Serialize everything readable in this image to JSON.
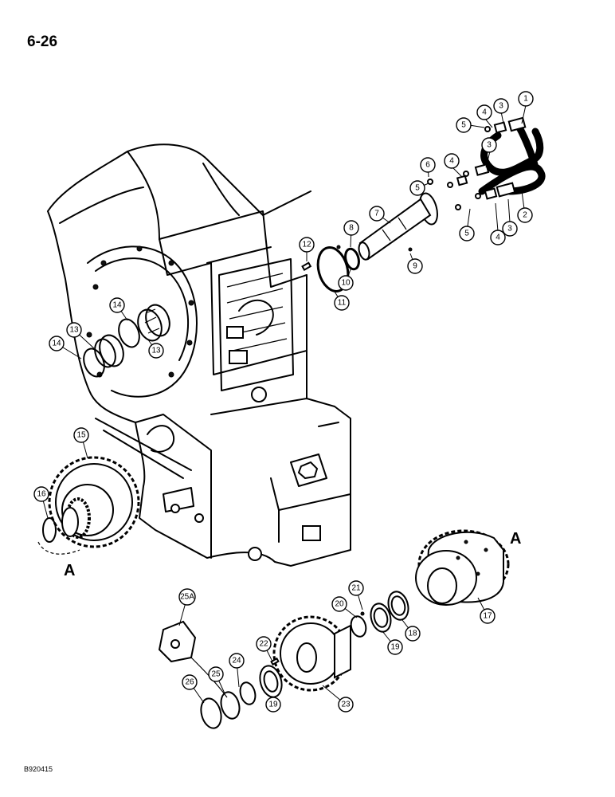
{
  "page": {
    "number": "6-26",
    "figure_id": "B920415"
  },
  "view_labels": {
    "A_left": "A",
    "A_right": "A"
  },
  "callouts": {
    "c1": "1",
    "c2": "2",
    "c3a": "3",
    "c3b": "3",
    "c3c": "3",
    "c4a": "4",
    "c4b": "4",
    "c4c": "4",
    "c5a": "5",
    "c5b": "5",
    "c5c": "5",
    "c6": "6",
    "c7": "7",
    "c8": "8",
    "c9": "9",
    "c10": "10",
    "c11": "11",
    "c12": "12",
    "c13a": "13",
    "c13b": "13",
    "c14a": "14",
    "c14b": "14",
    "c15": "15",
    "c16": "16",
    "c17": "17",
    "c18": "18",
    "c19a": "19",
    "c19b": "19",
    "c20": "20",
    "c21": "21",
    "c22": "22",
    "c23": "23",
    "c24": "24",
    "c25": "25",
    "c25a": "25A",
    "c26": "26"
  }
}
